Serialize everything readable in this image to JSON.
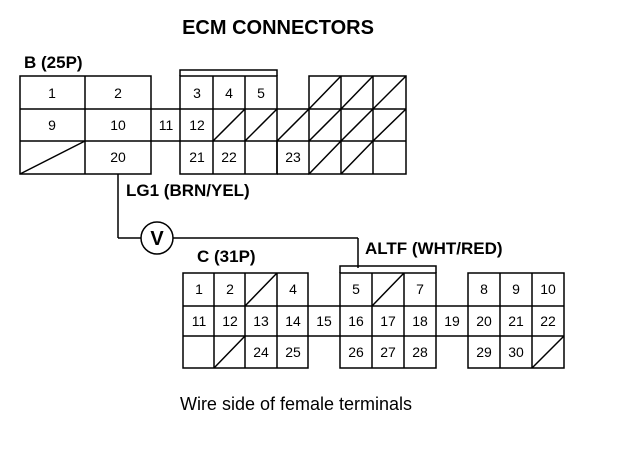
{
  "title": "ECM CONNECTORS",
  "connector_b": {
    "label": "B (25P)",
    "pins": [
      "1",
      "2",
      "3",
      "4",
      "5",
      "9",
      "10",
      "11",
      "12",
      "20",
      "21",
      "22",
      "23"
    ]
  },
  "connector_c": {
    "label": "C (31P)",
    "pins": [
      "1",
      "2",
      "4",
      "5",
      "7",
      "8",
      "9",
      "10",
      "11",
      "12",
      "13",
      "14",
      "15",
      "16",
      "17",
      "18",
      "19",
      "20",
      "21",
      "22",
      "24",
      "25",
      "26",
      "27",
      "28",
      "29",
      "30"
    ]
  },
  "wire_lg1": "LG1 (BRN/YEL)",
  "wire_altf": "ALTF (WHT/RED)",
  "meter_symbol": "V",
  "caption": "Wire side of female terminals"
}
